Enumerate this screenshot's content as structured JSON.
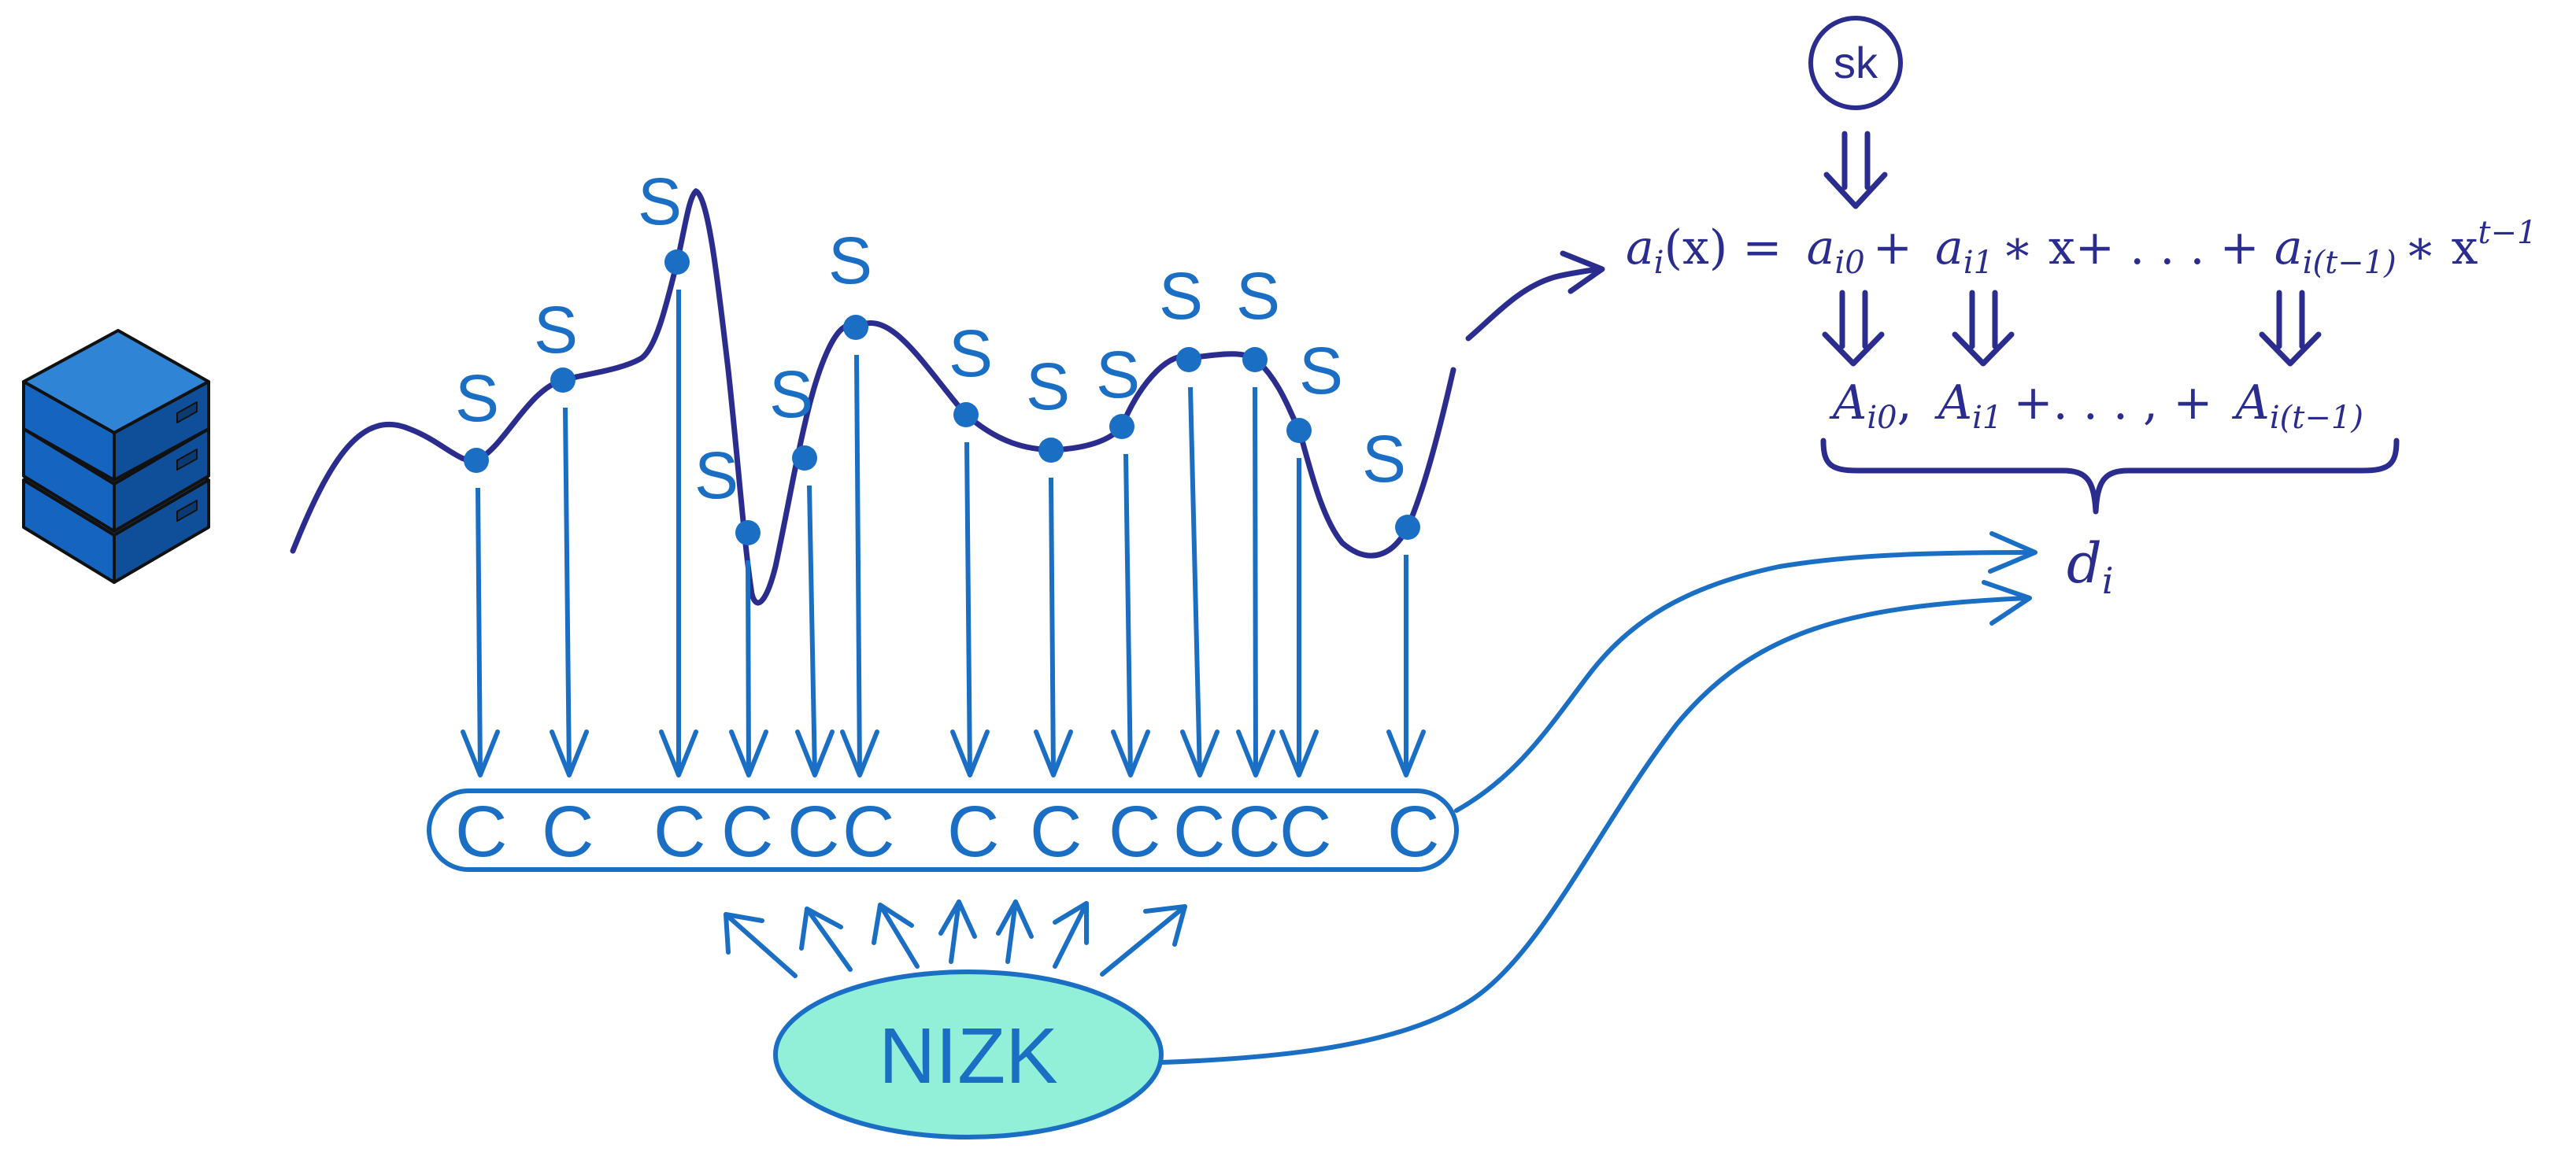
{
  "colors": {
    "dark": "#2b2d8e",
    "blue": "#1a6fc4",
    "teal": "#93f0d8",
    "server": "#1565c0",
    "white": "#ffffff"
  },
  "icons": {
    "server": "server-stack-icon"
  },
  "secret_key": "sk",
  "share_label": "S",
  "commitment_label": "C",
  "nizk_label": "NIZK",
  "polynomial": {
    "lhs_a": "a",
    "lhs_i": "i",
    "lhs_x": "(x) =",
    "t0_a": "a",
    "t0_sub": "i0",
    "plus1": "+",
    "t1_a": "a",
    "t1_sub": "i1",
    "times1": "∗ x+ . . . +",
    "t2_a": "a",
    "t2_sub": "i(t−1)",
    "times2": "∗ x",
    "exp": "t−1"
  },
  "coefficient_commitments": {
    "A0": "A",
    "A0_sub": "i0",
    "sep0": ",",
    "A1": "A",
    "A1_sub": "i1",
    "mid": "+. . . , +",
    "A2": "A",
    "A2_sub": "i(t−1)"
  },
  "output": {
    "d": "d",
    "d_sub": "i"
  }
}
